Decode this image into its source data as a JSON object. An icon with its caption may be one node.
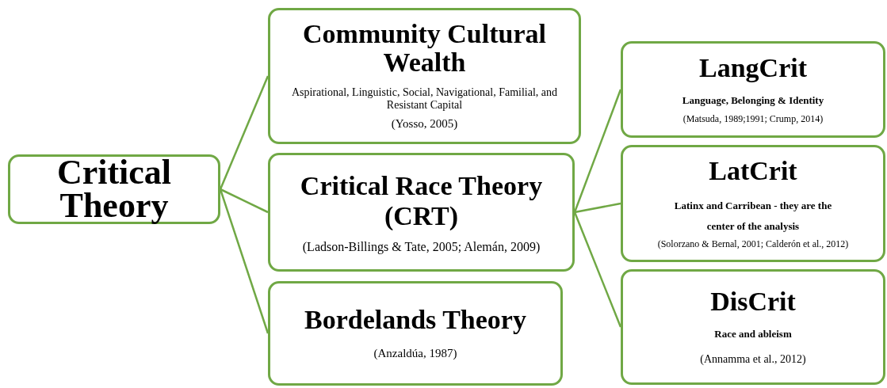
{
  "diagram": {
    "nodes": [
      {
        "text": [
          "Critical Theory"
        ]
      },
      {
        "text": [
          "Community Cultural Wealth",
          "Aspirational, Linguistic, Social, Navigational, Familial, and Resistant Capital",
          "(Yosso, 2005)"
        ]
      },
      {
        "text": [
          "Critical Race Theory (CRT)",
          "(Ladson-Billings & Tate, 2005; Alemán, 2009)"
        ]
      },
      {
        "text": [
          "Bordelands Theory",
          "(Anzaldúa, 1987)"
        ]
      },
      {
        "text": [
          "LangCrit",
          "Language, Belonging & Identity",
          "(Matsuda, 1989;1991; Crump, 2014)"
        ]
      },
      {
        "text": [
          "LatCrit",
          "Latinx and Carribean - they are the center of the analysis",
          "(Solorzano & Bernal, 2001; Calderón et al., 2012)"
        ]
      },
      {
        "text": [
          "DisCrit",
          "Race and ableism",
          "(Annamma et al., 2012)"
        ]
      }
    ],
    "edges": [
      {
        "from": 0,
        "to": 1,
        "arrow": "none"
      },
      {
        "from": 0,
        "to": 2,
        "arrow": "none"
      },
      {
        "from": 0,
        "to": 3,
        "arrow": "none"
      },
      {
        "from": 2,
        "to": 4,
        "arrow": "none"
      },
      {
        "from": 2,
        "to": 5,
        "arrow": "none"
      },
      {
        "from": 2,
        "to": 6,
        "arrow": "none"
      }
    ]
  }
}
